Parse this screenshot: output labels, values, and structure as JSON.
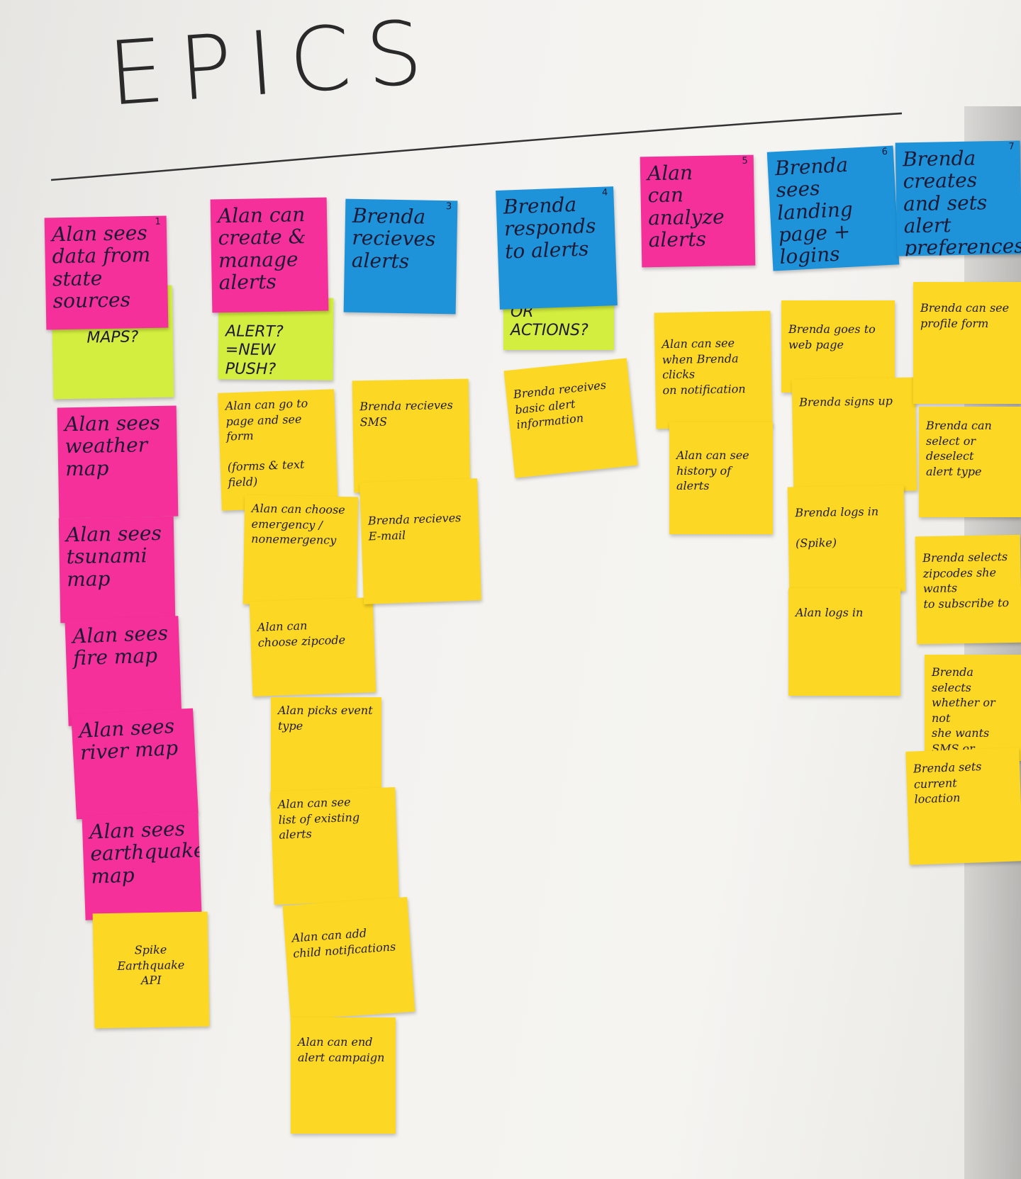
{
  "title": "EPICS",
  "colors": {
    "pink": "#f5309a",
    "blue": "#1e93d9",
    "yellow": "#fcd723",
    "lime": "#d3ee3e"
  },
  "epics": [
    {
      "text": "Alan sees\ndata from\nstate sources",
      "number": "1"
    },
    {
      "text": "Alan can\ncreate &\nmanage\nalerts",
      "number": ""
    },
    {
      "text": "Brenda\nrecieves\nalerts",
      "number": "3"
    },
    {
      "text": "Brenda\nresponds\nto alerts",
      "number": "4"
    },
    {
      "text": "Alan\ncan analyze\nalerts",
      "number": "5"
    },
    {
      "text": "Brenda\nsees\nlanding\npage +\nlogins",
      "number": "6"
    },
    {
      "text": "Brenda\ncreates\nand sets\nalert\npreferences",
      "number": "7"
    }
  ],
  "partial_notes": [
    "MAPS?",
    "ALERT?\n=NEW PUSH?",
    "OR ACTIONS?"
  ],
  "column1": [
    "Alan sees\nweather\nmap",
    "Alan sees\ntsunami\nmap",
    "Alan sees\nfire map",
    "Alan sees\nriver map",
    "Alan sees\nearthquake\nmap",
    "Spike Earthquake\nAPI"
  ],
  "column2": [
    "Alan can go to\npage and see form\n\n(forms & text field)",
    "Alan can choose\nemergency / nonemergency",
    "Alan can\nchoose zipcode",
    "Alan picks event\ntype",
    "Alan can see\nlist of existing\nalerts",
    "Alan can add\nchild notifications",
    "Alan can end\nalert campaign"
  ],
  "column3": [
    "Brenda recieves\nSMS",
    "Brenda recieves\nE-mail"
  ],
  "column4": [
    "Brenda receives\nbasic alert information"
  ],
  "column5": [
    "Alan can see\nwhen Brenda clicks\non notification",
    "Alan can see\nhistory of alerts"
  ],
  "column6": [
    "Brenda goes to\nweb page",
    "Brenda signs up",
    "Brenda logs in\n\n(Spike)",
    "Alan logs in"
  ],
  "column7": [
    "Brenda can see\nprofile form",
    "Brenda can\nselect or deselect\nalert type",
    "Brenda selects\nzipcodes she wants\nto subscribe to",
    "Brenda selects\nwhether or not\nshe wants SMS or\nemail or both",
    "Brenda sets current\nlocation"
  ]
}
